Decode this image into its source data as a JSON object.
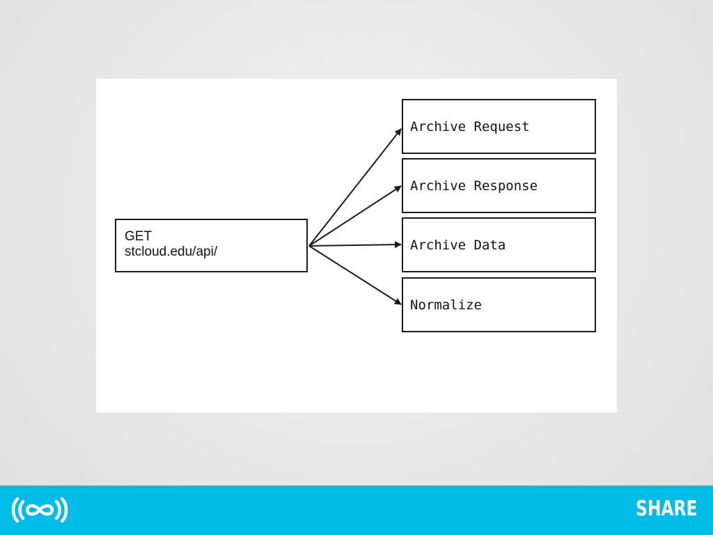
{
  "diagram": {
    "source": {
      "method": "GET",
      "url": "stcloud.edu/api/"
    },
    "targets": [
      {
        "label": "Archive Request"
      },
      {
        "label": "Archive Response"
      },
      {
        "label": "Archive Data"
      },
      {
        "label": "Normalize"
      }
    ]
  },
  "footer": {
    "brand": "SHARE",
    "logo_icon": "share-infinity-broadcast-icon",
    "background_color": "#00bde8"
  }
}
